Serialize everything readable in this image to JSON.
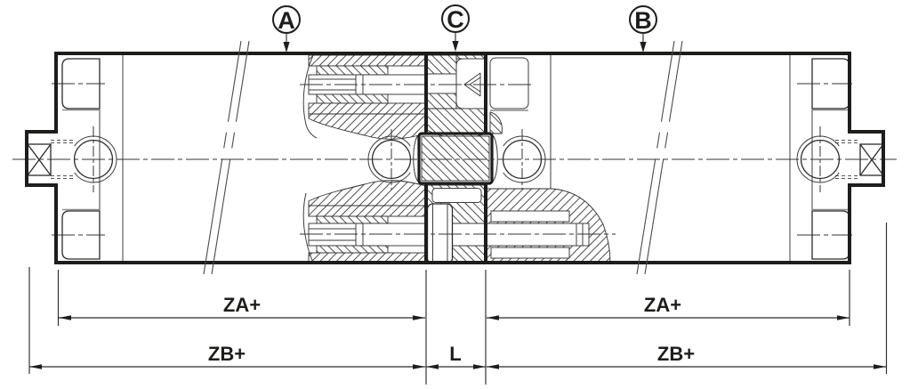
{
  "drawing": {
    "type": "technical-section-drawing",
    "callouts": [
      {
        "label": "A"
      },
      {
        "label": "C"
      },
      {
        "label": "B"
      }
    ],
    "dimensions": {
      "za_left": "ZA+",
      "za_right": "ZA+",
      "zb_left": "ZB+",
      "zb_right": "ZB+",
      "l_center": "L"
    },
    "colors": {
      "line": "#1d1d1b",
      "thin_line": "#3c3c3c",
      "centerline": "#333333",
      "background": "#ffffff"
    }
  }
}
